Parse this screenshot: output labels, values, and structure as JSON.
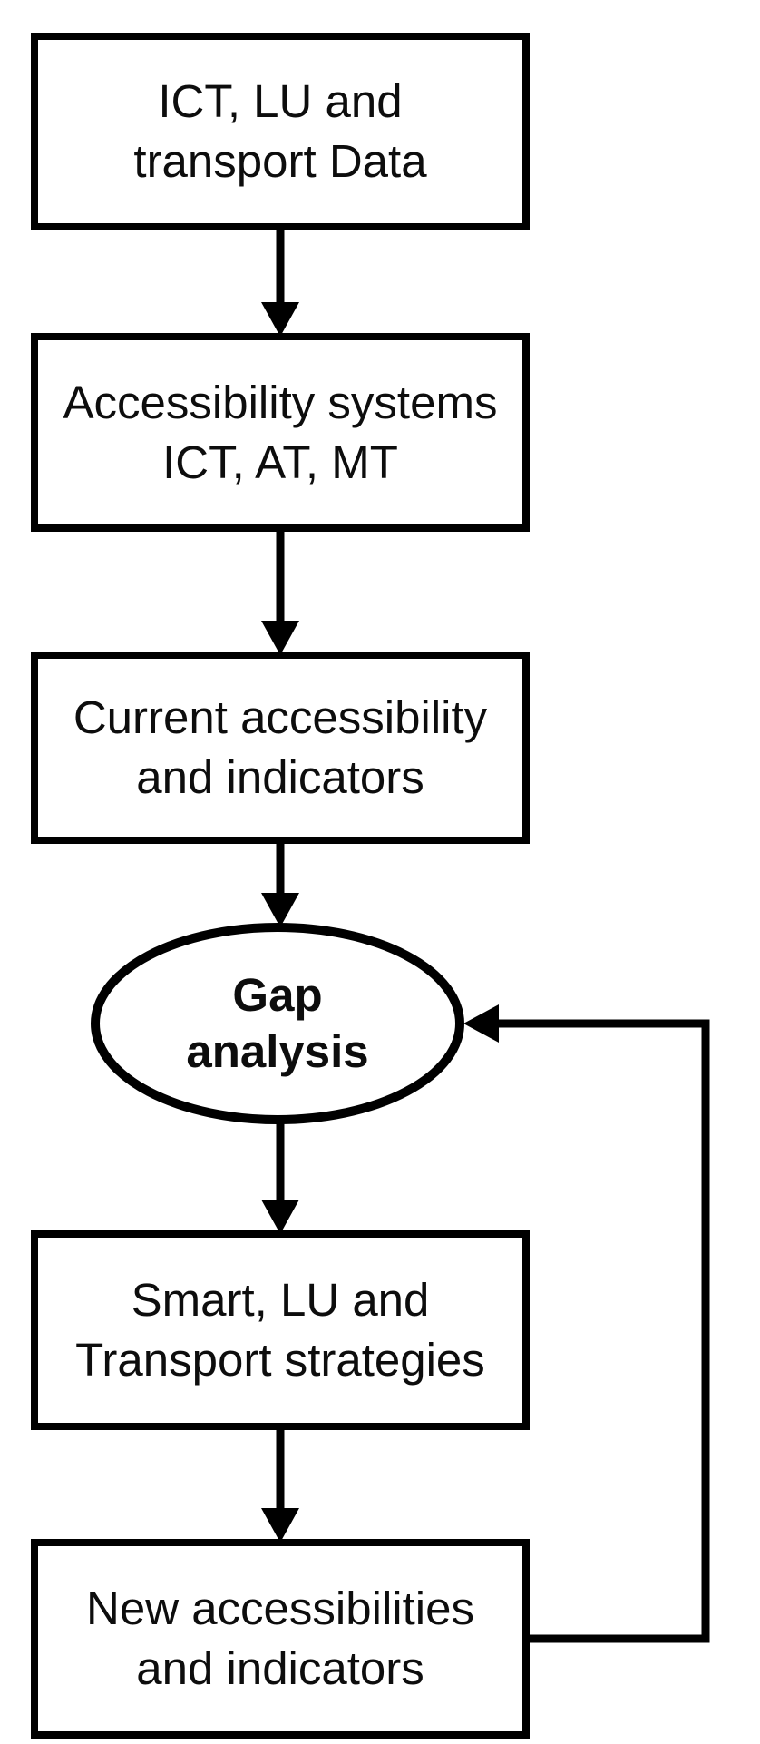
{
  "diagram": {
    "type": "flowchart",
    "colors": {
      "node_fill": "#ffffff",
      "stroke": "#000000",
      "text": "#0d0d0d",
      "background": "#ffffff"
    },
    "nodes": {
      "ict_lu_transport_data": {
        "shape": "rectangle",
        "line1": "ICT, LU and",
        "line2": "transport Data"
      },
      "accessibility_systems": {
        "shape": "rectangle",
        "line1": "Accessibility systems",
        "line2": "ICT, AT, MT"
      },
      "current_accessibility": {
        "shape": "rectangle",
        "line1": "Current accessibility",
        "line2": "and indicators"
      },
      "gap_analysis": {
        "shape": "ellipse",
        "line1": "Gap",
        "line2": "analysis"
      },
      "smart_strategies": {
        "shape": "rectangle",
        "line1": "Smart, LU and",
        "line2": "Transport strategies"
      },
      "new_accessibilities": {
        "shape": "rectangle",
        "line1": "New accessibilities",
        "line2": "and indicators"
      }
    },
    "edges": [
      {
        "from": "ict_lu_transport_data",
        "to": "accessibility_systems",
        "style": "arrow-down"
      },
      {
        "from": "accessibility_systems",
        "to": "current_accessibility",
        "style": "arrow-down"
      },
      {
        "from": "current_accessibility",
        "to": "gap_analysis",
        "style": "arrow-down"
      },
      {
        "from": "gap_analysis",
        "to": "smart_strategies",
        "style": "arrow-down"
      },
      {
        "from": "smart_strategies",
        "to": "new_accessibilities",
        "style": "arrow-down"
      },
      {
        "from": "new_accessibilities",
        "to": "gap_analysis",
        "style": "feedback-loop-right"
      }
    ]
  }
}
